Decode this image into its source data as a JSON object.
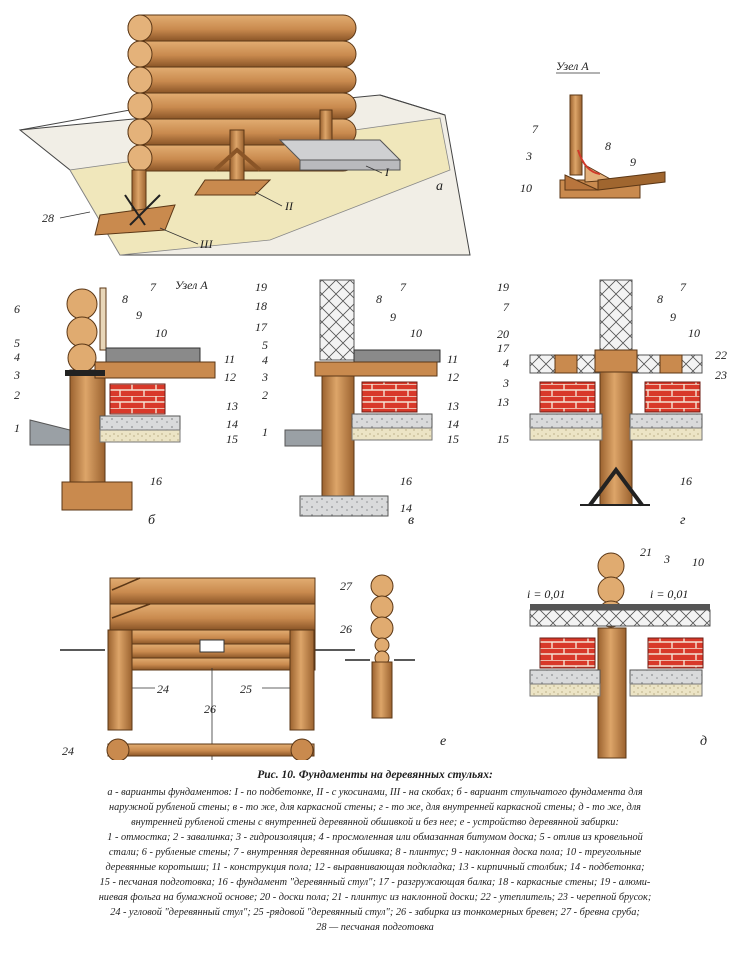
{
  "panel_labels": {
    "a": "а",
    "b": "б",
    "v": "в",
    "g": "г",
    "e": "е",
    "d": "д"
  },
  "node_a_title": "Узел А",
  "node_a_ref": "Узел А",
  "slope_left": "i = 0,01",
  "slope_right": "i = 0,01",
  "roman": {
    "I": "I",
    "II": "II",
    "III": "Ш"
  },
  "caption": {
    "title": "Рис. 10. Фундаменты на деревянных стульях:",
    "lines": [
      "а - варианты фундаментов: I - по подбетонке, II - с укосинами, III - на скобах; б - вариант стульчатого фундамента для",
      "наружной рубленой стены; в - то же, для каркасной стены; г - то же, для внутренней каркасной стены; д - то же, для",
      "внутренней рубленой стены с внутренней деревянной обшивкой и без нее; е - устройство деревянной забирки:",
      "1 - отмостка; 2 - завалинка; 3 - гидроизоляция; 4 - просмоленная или обмазанная битумом доска; 5 - отлив из кровельной",
      "стали; 6 - рубленые стены; 7 - внутренняя деревянная обшивка; 8 - плинтус; 9 - наклонная доска пола; 10 - треугольные",
      "деревянные коротыши; 11 - конструкция пола; 12 - выравнивающая подкладка; 13 - кирпичный столбик; 14 - подбетонка;",
      "15 - песчаная подготовка; 16 - фундамент \"деревянный стул\"; 17 - разгружающая балка; 18 - каркасные стены; 19 - алюми-",
      "ниевая фольга на бумажной основе; 20 - доски пола; 21 - плинтус из наклонной доски; 22 - утеплитель; 23 - черепной брусок;",
      "24 - угловой \"деревянный стул\"; 25 -рядовой \"деревянный стул\"; 26 - забирка из тонкомерных бревен; 27 - бревна сруба;",
      "28 — песчаная подготовка"
    ]
  },
  "colors": {
    "wood": "#c98a4e",
    "wood_dark": "#8a5527",
    "brick": "#d8392a",
    "concrete": "#d9dadb",
    "sand": "#efe6bf",
    "soil": "#b49a6e"
  }
}
